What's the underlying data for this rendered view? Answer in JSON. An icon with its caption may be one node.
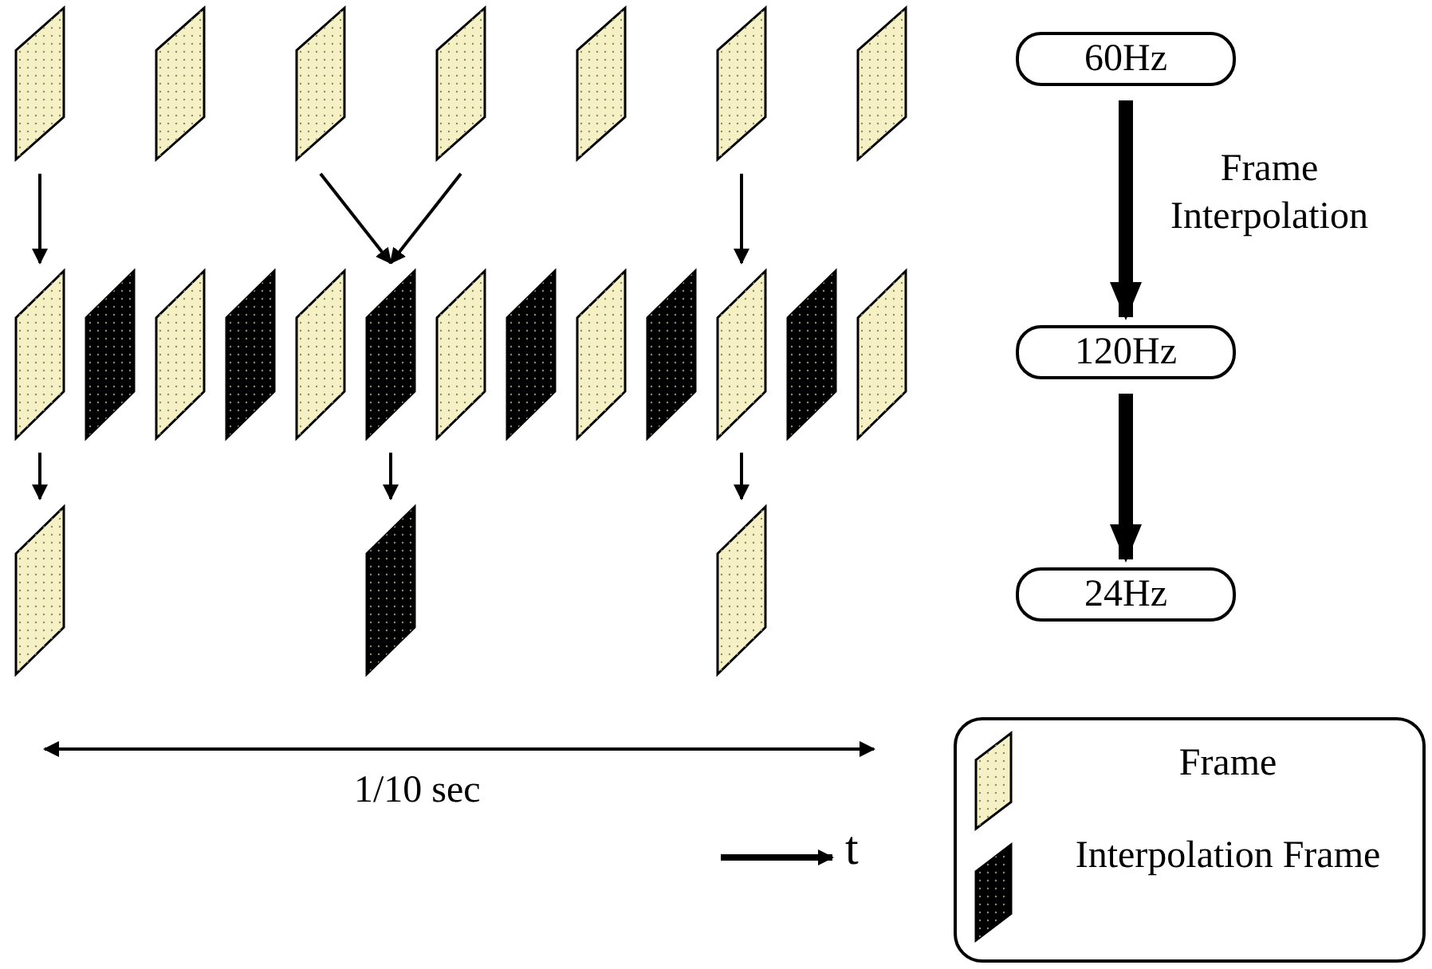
{
  "diagram": {
    "nodes": [
      {
        "text": [],
        "shape": "parallelogram"
      },
      {
        "text": [],
        "shape": "parallelogram"
      },
      {
        "text": [],
        "shape": "parallelogram"
      },
      {
        "text": [],
        "shape": "parallelogram"
      },
      {
        "text": [],
        "shape": "parallelogram"
      },
      {
        "text": [],
        "shape": "parallelogram"
      },
      {
        "text": [],
        "shape": "parallelogram"
      },
      {
        "text": [
          "60Hz"
        ]
      },
      {
        "text": [],
        "shape": "parallelogram"
      },
      {
        "text": [],
        "shape": "parallelogram"
      },
      {
        "text": [],
        "shape": "parallelogram"
      },
      {
        "text": [],
        "shape": "parallelogram"
      },
      {
        "text": [],
        "shape": "parallelogram"
      },
      {
        "text": [],
        "shape": "parallelogram"
      },
      {
        "text": [],
        "shape": "parallelogram"
      },
      {
        "text": [],
        "shape": "parallelogram"
      },
      {
        "text": [],
        "shape": "parallelogram"
      },
      {
        "text": [],
        "shape": "parallelogram"
      },
      {
        "text": [],
        "shape": "parallelogram"
      },
      {
        "text": [],
        "shape": "parallelogram"
      },
      {
        "text": [],
        "shape": "parallelogram"
      },
      {
        "text": [
          "120Hz"
        ]
      },
      {
        "text": [],
        "shape": "parallelogram"
      },
      {
        "text": [],
        "shape": "parallelogram"
      },
      {
        "text": [],
        "shape": "parallelogram"
      },
      {
        "text": [
          "24Hz"
        ]
      }
    ],
    "edges": [
      {
        "from": 0,
        "to": 8,
        "arrow": "to"
      },
      {
        "from": 2,
        "to": 13,
        "arrow": "to"
      },
      {
        "from": 3,
        "to": 13,
        "arrow": "to"
      },
      {
        "from": 5,
        "to": 18,
        "arrow": "to"
      },
      {
        "from": 7,
        "to": 21,
        "arrow": "to",
        "label": "Frame Interpolation",
        "style": "thick"
      },
      {
        "from": 8,
        "to": 22,
        "arrow": "to"
      },
      {
        "from": 13,
        "to": 23,
        "arrow": "to"
      },
      {
        "from": 18,
        "to": 24,
        "arrow": "to"
      },
      {
        "from": 21,
        "to": 25,
        "arrow": "to",
        "style": "thick"
      }
    ],
    "labels": [
      "1/10 sec",
      "t"
    ],
    "legend": [
      {
        "text": "Frame"
      },
      {
        "text": "Interpolation Frame"
      }
    ]
  }
}
